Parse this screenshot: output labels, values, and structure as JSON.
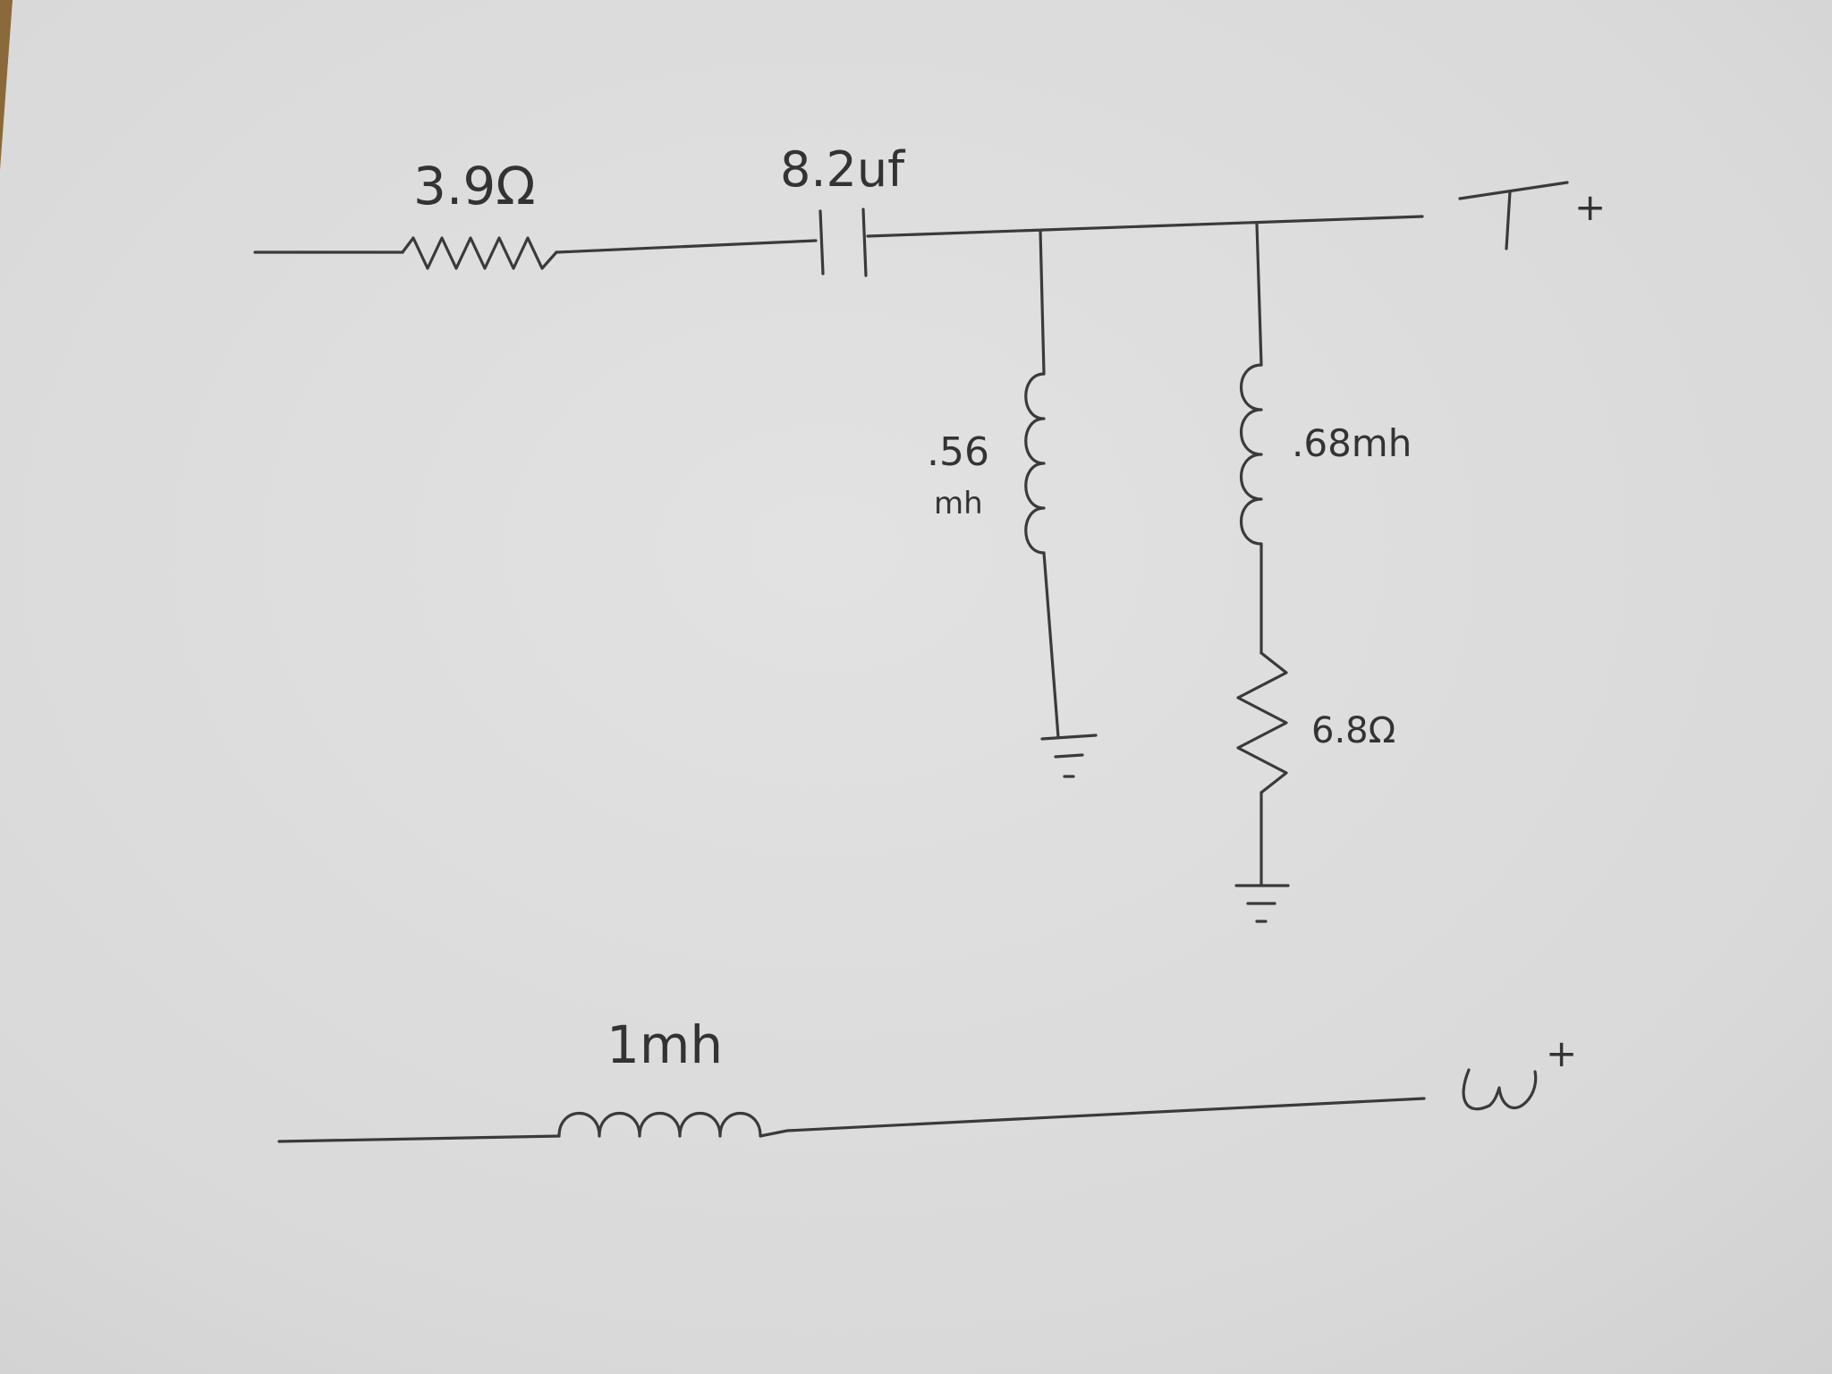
{
  "labels": {
    "r_series": "3.9Ω",
    "c_series": "8.2uf",
    "l_shunt": ".56",
    "l_shunt_unit": "mh",
    "l_zobel": ".68mh",
    "r_zobel": "6.8Ω",
    "l_woofer": "1mh",
    "tweeter_terminal": "T",
    "tweeter_plus": "+",
    "woofer_terminal": "W",
    "woofer_plus": "+"
  },
  "colors": {
    "paper": "#dcdcdc",
    "pencil": "#3a3a3a",
    "wood_edge": "#8a6a3a"
  },
  "icons": {
    "ground": "ground-symbol-icon",
    "resistor": "resistor-zigzag-icon",
    "capacitor": "capacitor-plates-icon",
    "inductor": "inductor-coil-icon"
  }
}
